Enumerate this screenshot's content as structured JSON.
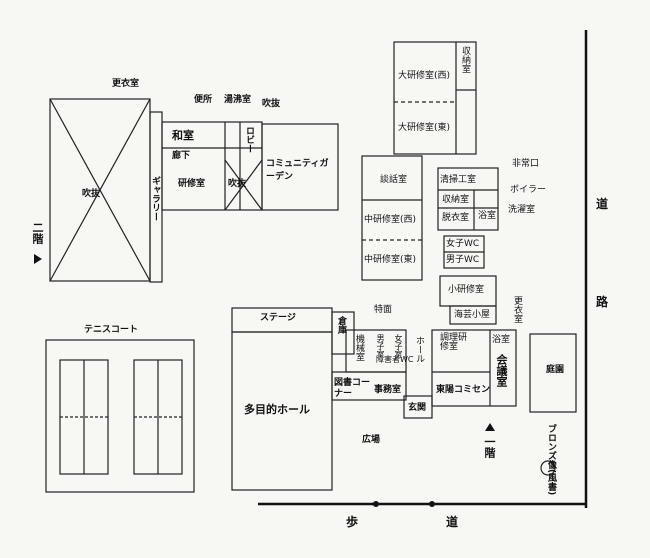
{
  "floor_labels": {
    "second_floor": "二階",
    "first_floor": "一階"
  },
  "rooms": {
    "changing_room_top": "更衣室",
    "toilet": "便所",
    "hot_water_room": "湯沸室",
    "atrium_top": "吹抜",
    "japanese_room": "和室",
    "corridor": "廊下",
    "lobby": "ロビー",
    "training_room": "研修室",
    "atrium_middle": "吹抜",
    "community_garden": "コミュニティガーデン",
    "atrium_large": "吹抜",
    "gallery": "ギャラリー",
    "large_training_west": "大研修室(西)",
    "large_training_east": "大研修室(東)",
    "storage_top": "収納室",
    "emergency_exit": "非常口",
    "boiler": "ボイラー",
    "conversation_room": "談話室",
    "cleaning_room": "清掃工室",
    "storage_mid": "収納室",
    "changing_room_mid": "脱衣室",
    "bath_mid": "浴室",
    "laundry": "洗濯室",
    "mid_training_west": "中研修室(西)",
    "mid_training_east": "中研修室(東)",
    "womens_wc": "女子WC",
    "mens_wc": "男子WC",
    "small_training": "小研修室",
    "changing_room_right": "更衣室",
    "tea_house": "海芸小屋",
    "special_room": "特面",
    "stage": "ステージ",
    "warehouse": "倉庫",
    "equipment_room": "機械室",
    "mens_room": "男子室",
    "womens_room": "女子室",
    "disabled_wc": "障害者WC",
    "hall": "ホール",
    "cooking_room": "調理研修室",
    "bath_right": "浴室",
    "meeting_room": "会議室",
    "library_corner": "図書コーナー",
    "office": "事務室",
    "higashi_commissionary": "東陽コミセン",
    "multipurpose_hall": "多目的ホール",
    "entrance": "玄関",
    "plaza": "広場",
    "tennis_court": "テニスコート",
    "garden": "庭園",
    "bronze_statue": "ブロンズ像(風書)"
  },
  "roads": {
    "path_a": "歩",
    "path_b": "道",
    "road_a": "道",
    "road_b": "路"
  }
}
